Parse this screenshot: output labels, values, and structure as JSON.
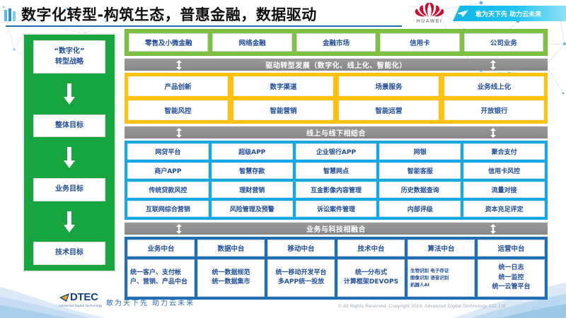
{
  "header": {
    "title": "数字化转型-构筑生态，普惠金融，数据驱动",
    "brand_word": "HUAWEI",
    "slogan": "敢为天下先 助力云未来"
  },
  "strategy_column": {
    "items": [
      {
        "label": "“数字化”\n转型战略"
      },
      {
        "label": "整体目标"
      },
      {
        "label": "业务目标"
      },
      {
        "label": "技术目标"
      }
    ],
    "labels": [
      "“数字化” 转型战略",
      "整体目标",
      "业务目标",
      "技术目标"
    ],
    "line1": "“数字化”",
    "line2": "转型战略",
    "item2": "整体目标",
    "item3": "业务目标",
    "item4": "技术目标",
    "color": "#16a53f"
  },
  "bands": {
    "business": {
      "color": "#7dc242",
      "cells": [
        "零售及小微金融",
        "网络金融",
        "金融市场",
        "信用卡",
        "公司业务"
      ]
    },
    "connector_1": {
      "text": "驱动转型发展（数字化、线上化、智能化）",
      "color": "#8f8f8f"
    },
    "drive": {
      "color": "#ffc20e",
      "rows": [
        [
          "产品创新",
          "数字渠道",
          "场景服务",
          "业务线上化"
        ],
        [
          "智能风控",
          "智能营销",
          "智能运营",
          "开放银行"
        ]
      ]
    },
    "connector_2": {
      "text": "线上与线下相结合",
      "color": "#8f8f8f"
    },
    "online": {
      "color": "#17a8e3",
      "rows": [
        [
          "网贷平台",
          "超级APP",
          "企业银行APP",
          "网银",
          "聚合支付"
        ],
        [
          "商户APP",
          "智慧存款",
          "智慧网点",
          "智能客服",
          "信用卡风控"
        ],
        [
          "传统贷款风控",
          "理财营销",
          "互金影像内容管理",
          "历史数据查询",
          "流量对接"
        ],
        [
          "互联网综合营销",
          "风险管理及预警",
          "诉讼案件管理",
          "内部评级",
          "资本充足评定"
        ]
      ]
    },
    "connector_3": {
      "text": "业务与科技相融合",
      "color": "#8f8f8f"
    },
    "platform": {
      "color": "#1f6fb5",
      "headers": [
        "业务中台",
        "数据中台",
        "移动中台",
        "技术中台",
        "算法中台",
        "运营中台"
      ],
      "bodies": [
        "统一客户、支付帐户、营销、产品中台",
        "统一数据规范\n统一数据集市",
        "统一移动开发平台\n多APP统一投放",
        "统一分布式\n计算框架DEVOPS",
        "生物识别 电子存证\n图像识别 语音识别\n机器人AI",
        "统一日志\n统一监控\n统一云管平台"
      ],
      "body_0": "统一客户、支付帐户、营销、产品中台",
      "body_1_l1": "统一数据规范",
      "body_1_l2": "统一数据集市",
      "body_2_l1": "统一移动开发平台",
      "body_2_l2": "多APP统一投放",
      "body_3_l1": "统一分布式",
      "body_3_l2": "计算框架DEVOPS",
      "body_4_l1": "生物识别 电子存证",
      "body_4_l2": "图像识别 语音识别",
      "body_4_l3": "机器人AI",
      "body_5_l1": "统一日志",
      "body_5_l2": "统一监控",
      "body_5_l3": "统一云管平台"
    }
  },
  "footer": {
    "logo_name": "DTEC",
    "logo_sub": "Advanced Digital Technology",
    "slogan": "敢为天下先  助力云未来",
    "copyright": "© All Rights Reserved. Copyright 2019, Advanced Digital Technology CO.,Ltd",
    "page_number": "10"
  }
}
